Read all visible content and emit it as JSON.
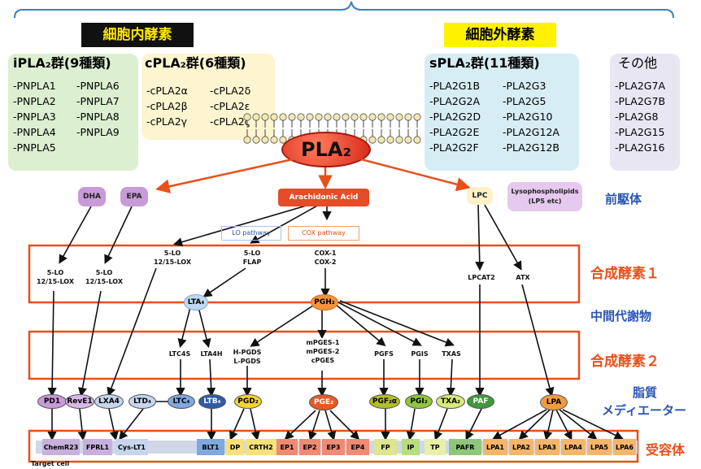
{
  "intracellular": {
    "label": "細胞内酵素"
  },
  "extracellular": {
    "label": "細胞外酵素"
  },
  "ipla2": {
    "title": "iPLA₂群(9種類)",
    "col1": "-PNPLA1\n-PNPLA2\n-PNPLA3\n-PNPLA4\n-PNPLA5",
    "col2": "-PNPLA6\n-PNPLA7\n-PNPLA8\n-PNPLA9"
  },
  "cpla2": {
    "title": "cPLA₂群(6種類)",
    "col1": "-cPLA2α\n-cPLA2β\n-cPLA2γ",
    "col2": "-cPLA2δ\n-cPLA2ε\n-cPLA2ζ"
  },
  "spla2": {
    "title": "sPLA₂群(11種類)",
    "col1": "-PLA2G1B\n-PLA2G2A\n-PLA2G2D\n-PLA2G2E\n-PLA2G2F",
    "col2": "-PLA2G3\n-PLA2G5\n-PLA2G10\n-PLA2G12A\n-PLA2G12B"
  },
  "others": {
    "title": "その他",
    "col1": "-PLA2G7A\n-PLA2G7B\n-PLA2G8\n-PLA2G15\n-PLA2G16"
  },
  "pla2": {
    "label": "PLA₂"
  },
  "precursors": {
    "dha": "DHA",
    "epa": "EPA",
    "aa": "Arachidonic Acid",
    "lpc": "LPC",
    "lps": "Lysophospholipids\n(LPS etc)"
  },
  "pathways": {
    "lo": "LO pathway",
    "cox": "COX pathway"
  },
  "enz1": {
    "dha": "5-LO\n12/15-LOX",
    "epa": "5-LO\n12/15-LOX",
    "aa_lo": "5-LO\n12/15-LOX",
    "flap": "5-LO\nFLAP",
    "cox": "COX-1\nCOX-2",
    "lpcat": "LPCAT2",
    "atx": "ATX"
  },
  "intermediates": {
    "lta4": "LTA₄",
    "pgh2": "PGH₂"
  },
  "enz2": {
    "ltc4s": "LTC4S",
    "lta4h": "LTA4H",
    "pgds": "H-PGDS\nL-PGDS",
    "pges": "mPGES-1\nmPGES-2\ncPGES",
    "pgfs": "PGFS",
    "pgis": "PGIS",
    "txas": "TXAS"
  },
  "mediators": [
    "PD1",
    "RevE1",
    "LXA4",
    "LTD₄",
    "LTC₄",
    "LTB₄",
    "PGD₂",
    "PGE₂",
    "PGF₂α",
    "PGI₂",
    "TXA₂",
    "PAF",
    "LPA"
  ],
  "receptors": [
    "ChemR23",
    "FPRL1",
    "Cys-LT1",
    "BLT1",
    "DP",
    "CRTH2",
    "EP1",
    "EP2",
    "EP3",
    "EP4",
    "FP",
    "IP",
    "TP",
    "PAFR",
    "LPA1",
    "LPA2",
    "LPA3",
    "LPA4",
    "LPA5",
    "LPA6"
  ],
  "target_cell": "Target cell",
  "side": {
    "precursor": "前駆体",
    "enzyme1": "合成酵素１",
    "intermediate": "中間代謝物",
    "enzyme2": "合成酵素２",
    "lipid": "脂質",
    "mediator": "メディエーター",
    "receptor": "受容体"
  },
  "colors": {
    "orange": "#e8501a",
    "blue": "#2a55b5",
    "pla2_red": "#e83a1a"
  }
}
